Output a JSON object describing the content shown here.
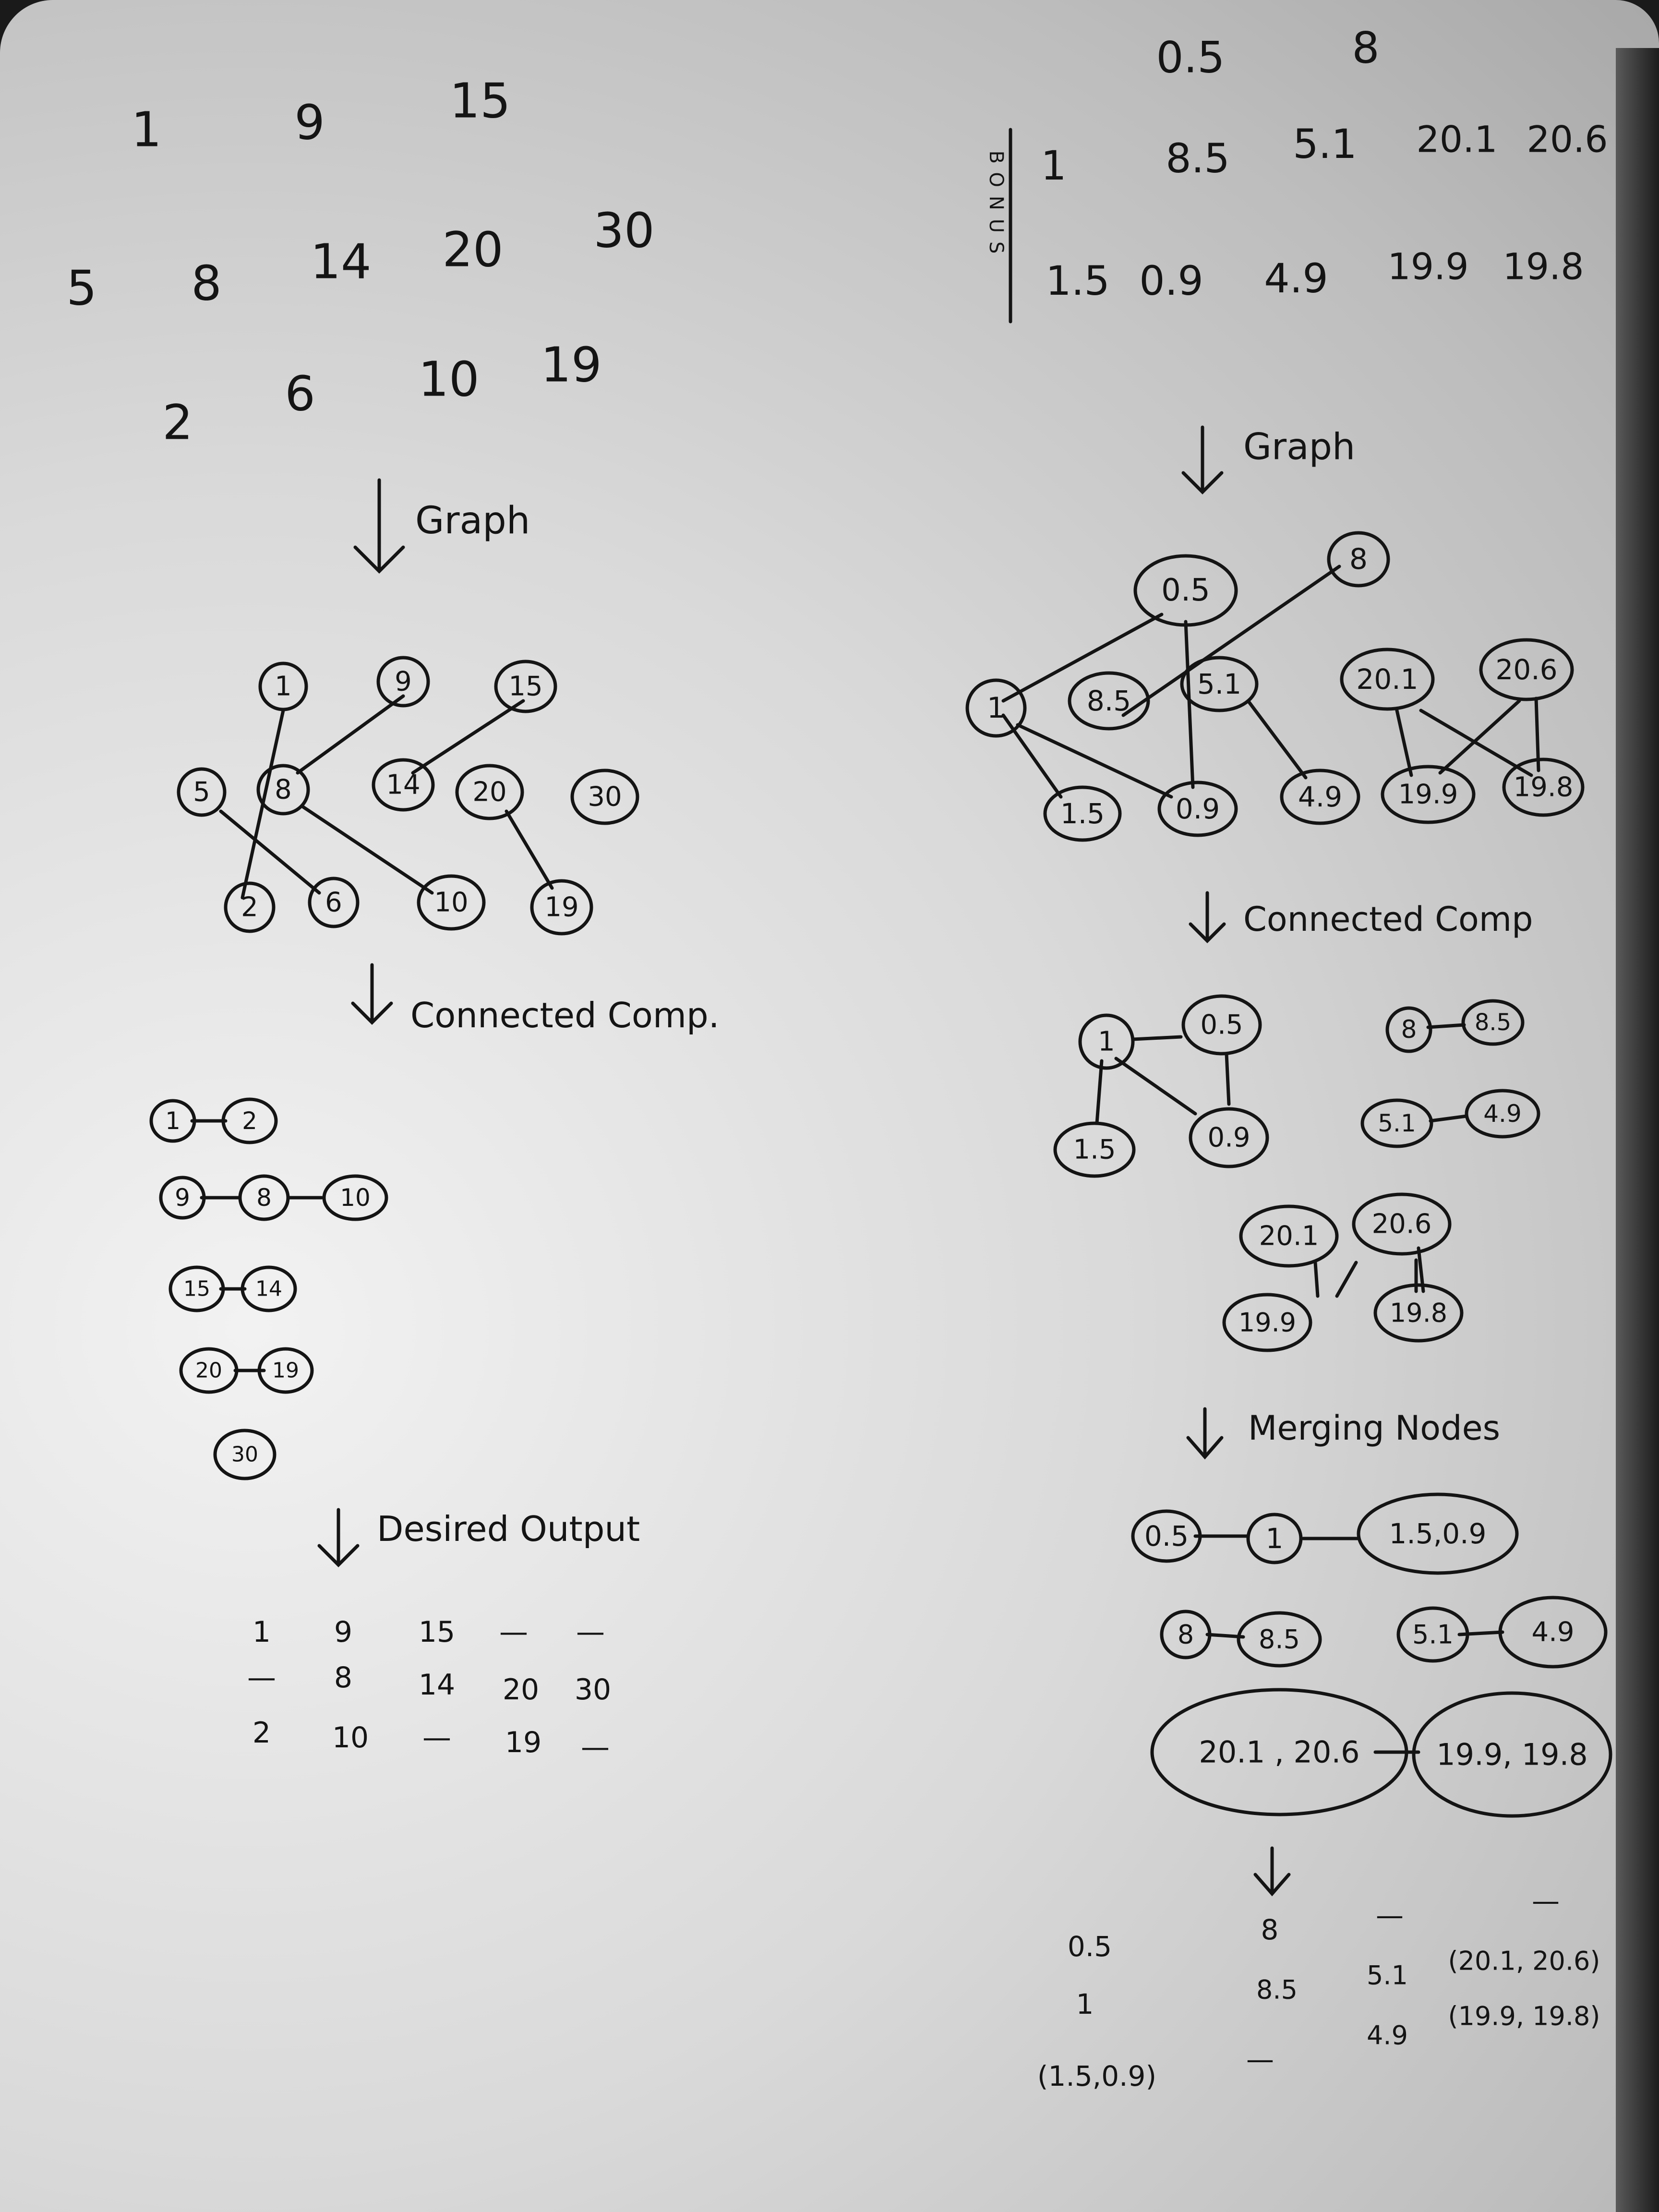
{
  "left": {
    "input": {
      "row1": [
        "1",
        "9",
        "15"
      ],
      "row2": [
        "5",
        "8",
        "14",
        "20",
        "30"
      ],
      "row3": [
        "2",
        "6",
        "10",
        "19"
      ]
    },
    "step1": "Graph",
    "graph_nodes": [
      "1",
      "9",
      "15",
      "5",
      "8",
      "14",
      "20",
      "30",
      "2",
      "6",
      "10",
      "19"
    ],
    "step2": "Connected Comp.",
    "components": [
      [
        "1",
        "2"
      ],
      [
        "9",
        "8",
        "10"
      ],
      [
        "15",
        "14"
      ],
      [
        "20",
        "19"
      ],
      [
        "30"
      ]
    ],
    "step3": "Desired Output",
    "output": [
      [
        "1",
        "9",
        "15",
        "—",
        "—"
      ],
      [
        "—",
        "8",
        "14",
        "20",
        "30"
      ],
      [
        "2",
        "10",
        "—",
        "19",
        "—"
      ]
    ]
  },
  "right": {
    "input": {
      "row1": [
        "0.5",
        "8"
      ],
      "row2": [
        "1",
        "8.5",
        "5.1",
        "20.1",
        "20.6"
      ],
      "row3": [
        "1.5",
        "0.9",
        "4.9",
        "19.9",
        "19.8"
      ],
      "side_label": "BONUS"
    },
    "step1": "Graph",
    "graph_nodes": [
      "0.5",
      "8",
      "1",
      "8.5",
      "5.1",
      "20.1",
      "20.6",
      "1.5",
      "0.9",
      "4.9",
      "19.9",
      "19.8"
    ],
    "step2": "Connected Comp",
    "components": [
      "1",
      "0.5",
      "1.5",
      "0.9",
      "8",
      "8.5",
      "5.1",
      "4.9",
      "20.1",
      "20.6",
      "19.9",
      "19.8"
    ],
    "step3": "Merging Nodes",
    "merged": [
      "0.5",
      "1",
      "1.5,0.9",
      "8",
      "8.5",
      "5.1",
      "4.9",
      "20.1 , 20.6",
      "19.9, 19.8"
    ],
    "output": [
      [
        "",
        "8",
        "—",
        "—"
      ],
      [
        "0.5",
        "",
        "",
        ""
      ],
      [
        "",
        "8.5",
        "5.1",
        "(20.1, 20.6)"
      ],
      [
        "1",
        "",
        "",
        ""
      ],
      [
        "",
        "",
        "4.9",
        "(19.9, 19.8)"
      ],
      [
        "(1.5,0.9)",
        "—",
        "",
        ""
      ]
    ]
  }
}
